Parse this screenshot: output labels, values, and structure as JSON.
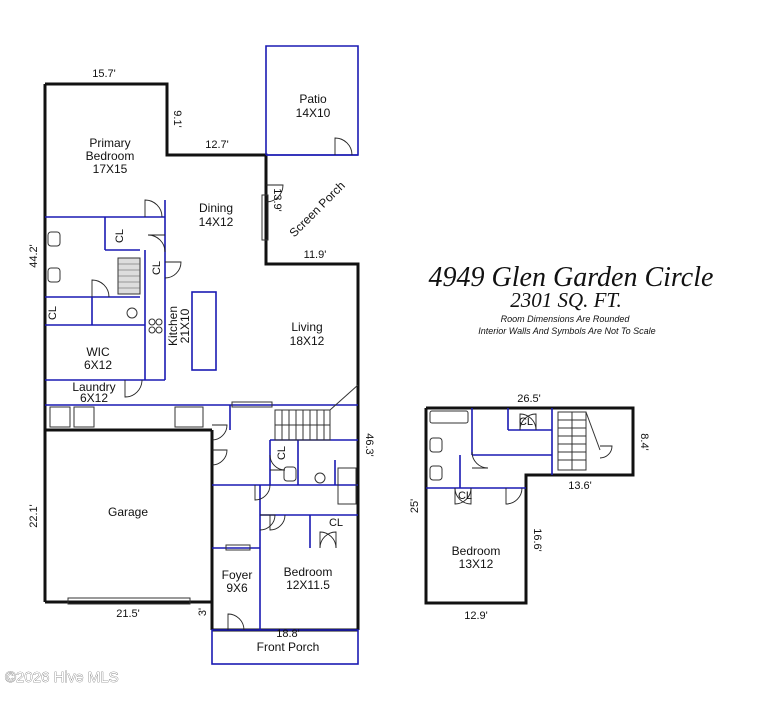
{
  "header": {
    "address": "4949 Glen Garden Circle",
    "sqft": "2301 SQ. FT.",
    "note_1": "Room Dimensions Are Rounded",
    "note_2": "Interior Walls And Symbols Are Not To Scale"
  },
  "rooms": {
    "patio": {
      "name": "Patio",
      "size": "14X10"
    },
    "primary_bedroom": {
      "name_1": "Primary",
      "name_2": "Bedroom",
      "size": "17X15"
    },
    "dining": {
      "name": "Dining",
      "size": "14X12"
    },
    "screen_porch": {
      "name": "Screen Porch"
    },
    "living": {
      "name": "Living",
      "size": "18X12"
    },
    "kitchen": {
      "name": "Kitchen",
      "size": "21X10"
    },
    "wic": {
      "name": "WIC",
      "size": "6X12"
    },
    "laundry": {
      "name": "Laundry",
      "size": "6X12"
    },
    "garage": {
      "name": "Garage"
    },
    "foyer": {
      "name": "Foyer",
      "size": "9X6"
    },
    "bedroom_main": {
      "name": "Bedroom",
      "size": "12X11.5"
    },
    "front_porch": {
      "name": "Front Porch"
    },
    "bedroom_upper": {
      "name": "Bedroom",
      "size": "13X12"
    }
  },
  "closet_label": "CL",
  "dimensions": {
    "top_width": "15.7'",
    "primary_depth": "9.1'",
    "dining_width": "12.7'",
    "screen_depth": "13.9'",
    "screen_width": "11.9'",
    "left_depth": "44.2'",
    "right_depth": "46.3'",
    "garage_depth": "22.1'",
    "garage_width": "21.5'",
    "porch_depth": "3'",
    "porch_width": "18.8'",
    "upper_width": "26.5'",
    "upper_right": "8.4'",
    "upper_step": "13.6'",
    "upper_left": "25'",
    "upper_bed_depth": "16.6'",
    "upper_bottom": "12.9'"
  },
  "watermark": "©2026 Hive MLS"
}
